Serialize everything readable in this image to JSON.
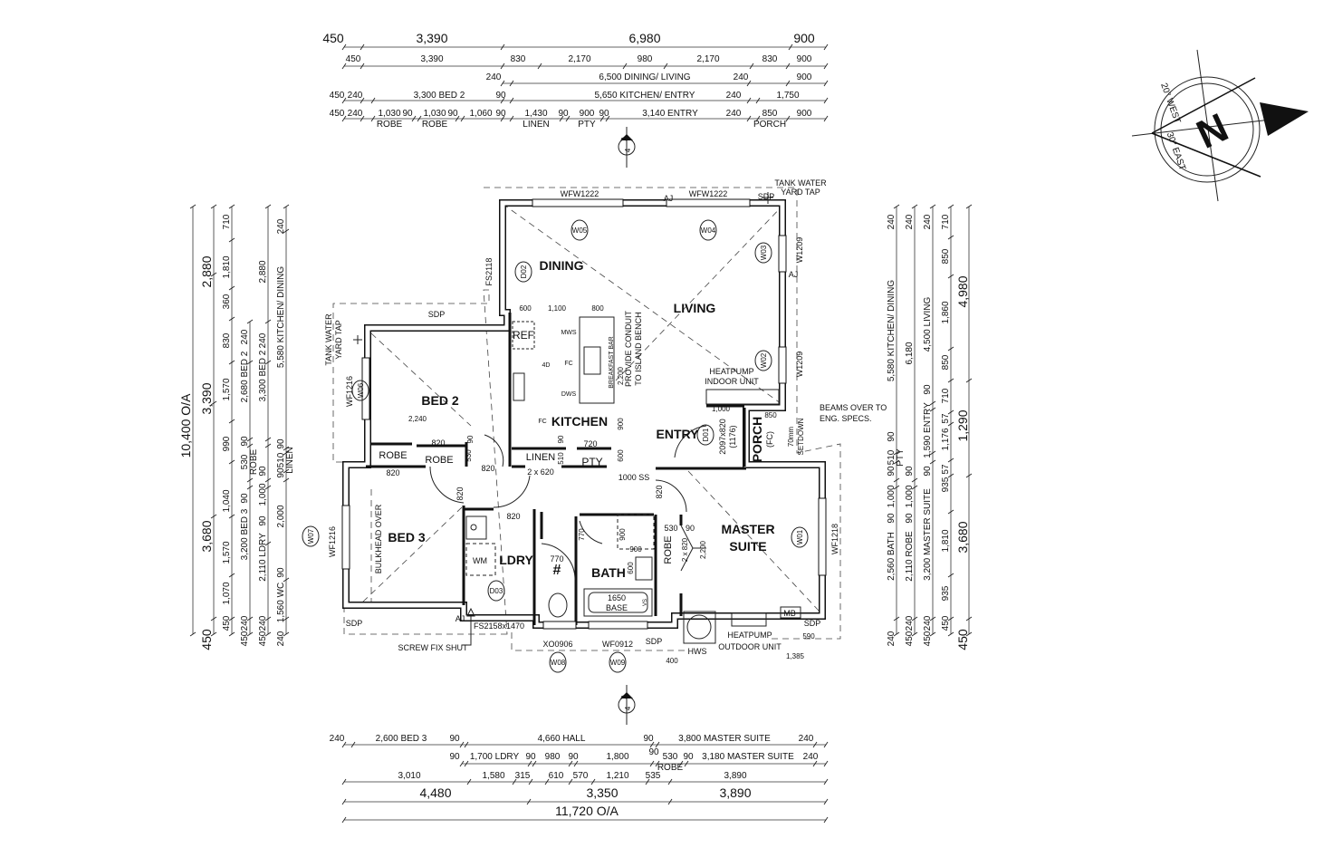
{
  "dimensions": {
    "top": [
      [
        "450",
        "3,390",
        "6,980",
        "900"
      ],
      [
        "450",
        "3,390",
        "830",
        "2,170",
        "980",
        "2,170",
        "830",
        "900"
      ],
      [
        "240",
        "6,500 DINING/ LIVING",
        "240",
        "900"
      ],
      [
        "450",
        "240",
        "3,300 BED 2",
        "90",
        "5,650 KITCHEN/ ENTRY",
        "240",
        "1,750"
      ],
      [
        "450",
        "240",
        "1,030",
        "90",
        "1,030",
        "90",
        "1,060",
        "90",
        "1,430",
        "90",
        "900",
        "90",
        "3,140 ENTRY",
        "240",
        "850",
        "900"
      ]
    ],
    "top_sub": [
      "ROBE",
      "ROBE",
      "LINEN",
      "PTY",
      "PORCH"
    ],
    "left": [
      [
        "10,400 O/A"
      ],
      [
        "450",
        "3,680",
        "3,390",
        "2,880"
      ],
      [
        "450",
        "1,070",
        "1,570",
        "1,040",
        "990",
        "1,570",
        "830",
        "360",
        "1,810",
        "710"
      ],
      [
        "450",
        "240",
        "3,200 BED 3",
        "90",
        "530",
        "90",
        "2,680 BED 2",
        "240"
      ],
      [
        "450",
        "240",
        "2,110 LDRY",
        "90",
        "1,000",
        "90",
        "3,300 BED 2",
        "240",
        "2,880"
      ],
      [
        "240",
        "1,560 WC",
        "90",
        "2,000",
        "90",
        "510",
        "90",
        "5,580 KITCHEN/ DINING",
        "240"
      ]
    ],
    "left_sub": [
      "ROBE",
      "LINEN"
    ],
    "right": [
      [
        "240",
        "2,560 BATH",
        "90",
        "1,000",
        "90",
        "510",
        "90",
        "5,580 KITCHEN/ DINING",
        "240"
      ],
      [
        "450",
        "240",
        "2,110 ROBE",
        "90",
        "1,000",
        "90",
        "6,180",
        "240"
      ],
      [
        "450",
        "240",
        "3,200 MASTER SUITE",
        "90",
        "1,590 ENTRY",
        "90",
        "4,500 LIVING",
        "240"
      ],
      [
        "450",
        "935",
        "1,810",
        "935",
        "57",
        "1,176",
        "57",
        "710",
        "850",
        "1,860",
        "850",
        "710"
      ],
      [
        "450",
        "3,680",
        "1,290",
        "4,980"
      ]
    ],
    "right_sub": [
      "PTY"
    ],
    "bottom": [
      [
        "240",
        "2,600 BED 3",
        "90",
        "4,660 HALL",
        "90",
        "3,800 MASTER SUITE",
        "240"
      ],
      [
        "90",
        "1,700 LDRY",
        "90",
        "980",
        "90",
        "1,800",
        "90",
        "530",
        "90",
        "3,180 MASTER SUITE",
        "240"
      ],
      [
        "3,010",
        "1,580",
        "315",
        "610",
        "570",
        "1,210",
        "535",
        "3,890"
      ],
      [
        "4,480",
        "3,350",
        "3,890"
      ],
      [
        "11,720 O/A"
      ]
    ],
    "bottom_sub": [
      "ROBE"
    ]
  },
  "rooms": {
    "dining": "DINING",
    "living": "LIVING",
    "kitchen": "KITCHEN",
    "entry": "ENTRY",
    "bed2": "BED 2",
    "bed3": "BED 3",
    "ldry": "LDRY",
    "bath": "BATH",
    "master1": "MASTER",
    "master2": "SUITE",
    "porch": "PORCH",
    "porch_fc": "(FC)",
    "ref": "REF",
    "linen": "LINEN",
    "pty": "PTY",
    "robe": "ROBE",
    "wc": "#"
  },
  "notes": {
    "wfw1222_a": "WFW1222",
    "wfw1222_b": "WFW1222",
    "aj_top": "AJ",
    "sdp_tr": "SDP",
    "tank1_r": "TANK WATER",
    "tank2_r": "YARD TAP",
    "w1209_a": "W1209",
    "w1209_b": "W1209",
    "aj_right": "AJ",
    "fs2118": "FS2118",
    "sdp_bed2": "SDP",
    "tank1_l": "TANK WATER",
    "tank2_l": "YARD TAP",
    "wf1216_a": "WF1216",
    "wf1216_b": "WF1216",
    "wf1218": "WF1218",
    "sdp_bl": "SDP",
    "aj_bottom": "AJ",
    "fs2158": "FS2158x1470",
    "screw": "SCREW FIX SHUT",
    "xo0906": "XO0906",
    "wf0912": "WF0912",
    "sdp_bath": "SDP",
    "hws": "HWS",
    "hp_out1": "HEATPUMP",
    "hp_out2": "OUTDOOR UNIT",
    "mb": "MB",
    "sdp_br": "SDP",
    "d590": "590",
    "d1385": "1,385",
    "d400": "400",
    "k600": "600",
    "k1100": "1,100",
    "k800": "800",
    "mws": "MWS",
    "fourd": "4D",
    "fc1": "FC",
    "dws": "DWS",
    "bbar": "BREAKFAST BAR",
    "k2200": "2,200",
    "conduit1": "PROVIDE CONDUIT",
    "conduit2": "TO ISLAND BENCH",
    "fc2": "FC",
    "k900": "900",
    "k90": "90",
    "k720": "720",
    "k510": "510",
    "k600b": "600",
    "k2x620": "2 x 620",
    "ss1000": "1000 SS",
    "b2240": "2,240",
    "b820a": "820",
    "b90": "90",
    "b530": "530",
    "b820b": "820",
    "b820c": "820",
    "b820d": "820",
    "hp_in1": "HEATPUMP",
    "hp_in2": "INDOOR UNIT",
    "e1000": "1,000",
    "door1": "2097x820",
    "door2": "(1176)",
    "p850": "850",
    "setdown1": "70mm",
    "setdown2": "SETDOWN",
    "beams1": "BEAMS OVER TO",
    "beams2": "ENG. SPECS.",
    "bulkhead": "BULKHEAD OVER",
    "wm": "WM",
    "l820": "820",
    "wc770": "770",
    "wc770b": "770",
    "bt900a": "900",
    "bt900b": "900",
    "bt600": "600",
    "bt1650": "1650",
    "btbase": "BASE",
    "vs": "VS",
    "r530": "530",
    "r90": "90",
    "r2x820": "2 x 820",
    "r2200": "2,200",
    "m820": "820"
  },
  "window_tags": [
    "W05",
    "W04",
    "W03",
    "W02",
    "W06",
    "W07",
    "W01",
    "W08",
    "W09",
    "D02",
    "D01",
    "D03"
  ],
  "section_marker": {
    "letter": "A",
    "number": "4"
  },
  "compass": {
    "north": "N",
    "west": "20° WEST",
    "east": "30° EAST"
  }
}
